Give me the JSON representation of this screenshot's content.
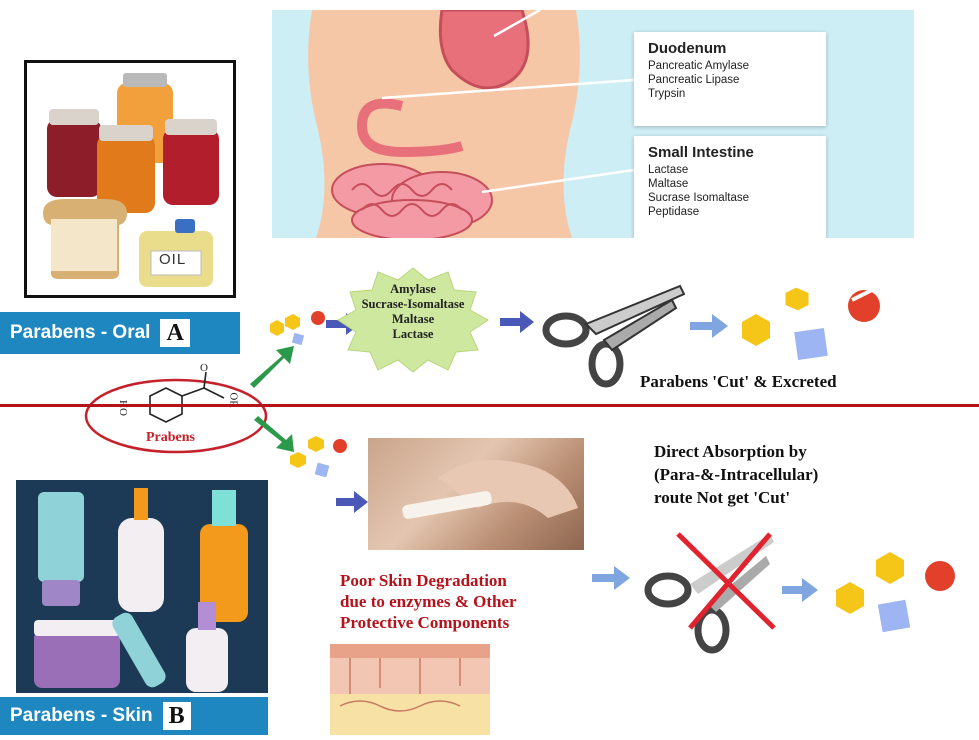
{
  "organs": {
    "duodenum": {
      "title": "Duodenum",
      "items": [
        "Pancreatic Amylase",
        "Pancreatic Lipase",
        "Trypsin"
      ]
    },
    "small_intestine": {
      "title": "Small Intestine",
      "items": [
        "Lactase",
        "Maltase",
        "Sucrase Isomaltase",
        "Peptidase"
      ]
    }
  },
  "oral": {
    "food_label": "OIL",
    "tag_text": "Parabens - Oral",
    "tag_letter": "A"
  },
  "skin": {
    "tag_text": "Parabens - Skin",
    "tag_letter": "B"
  },
  "molecule": {
    "label": "Prabens",
    "group_left": "OH",
    "group_right": "OR",
    "group_top": "O"
  },
  "enzymes": [
    "Amylase",
    "Sucrase-Isomaltase",
    "Maltase",
    "Lactase"
  ],
  "captions": {
    "cut": "Parabens 'Cut' & Excreted",
    "direct": [
      "Direct Absorption by",
      "(Para-&-Intracellular)",
      "route Not get 'Cut'"
    ],
    "poor": [
      "Poor Skin Degradation",
      "due to enzymes & Other",
      "Protective Components"
    ]
  },
  "colors": {
    "tag_blue": "#1f87bf",
    "divider_red": "#b5121b",
    "arrow_blue": "#4a59b8",
    "arrow_light": "#7fa6e0",
    "arrow_green": "#2a9a4a",
    "enzyme_star": "#cfe8a0"
  }
}
